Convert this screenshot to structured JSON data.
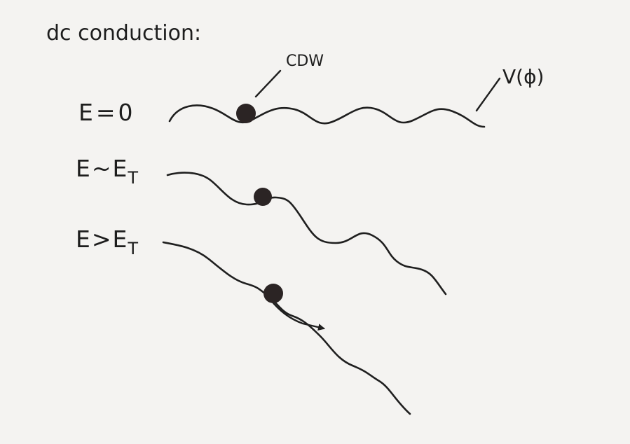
{
  "diagram": {
    "heading": "dc conduction:",
    "labels": {
      "cdw": "CDW",
      "potential": "V(ϕ)"
    },
    "rows": [
      {
        "field_symbol": "E",
        "relation": "=",
        "value": "0",
        "subscript": ""
      },
      {
        "field_symbol": "E",
        "relation": "~",
        "value": "E",
        "subscript": "T"
      },
      {
        "field_symbol": "E",
        "relation": ">",
        "value": "E",
        "subscript": "T"
      }
    ]
  }
}
